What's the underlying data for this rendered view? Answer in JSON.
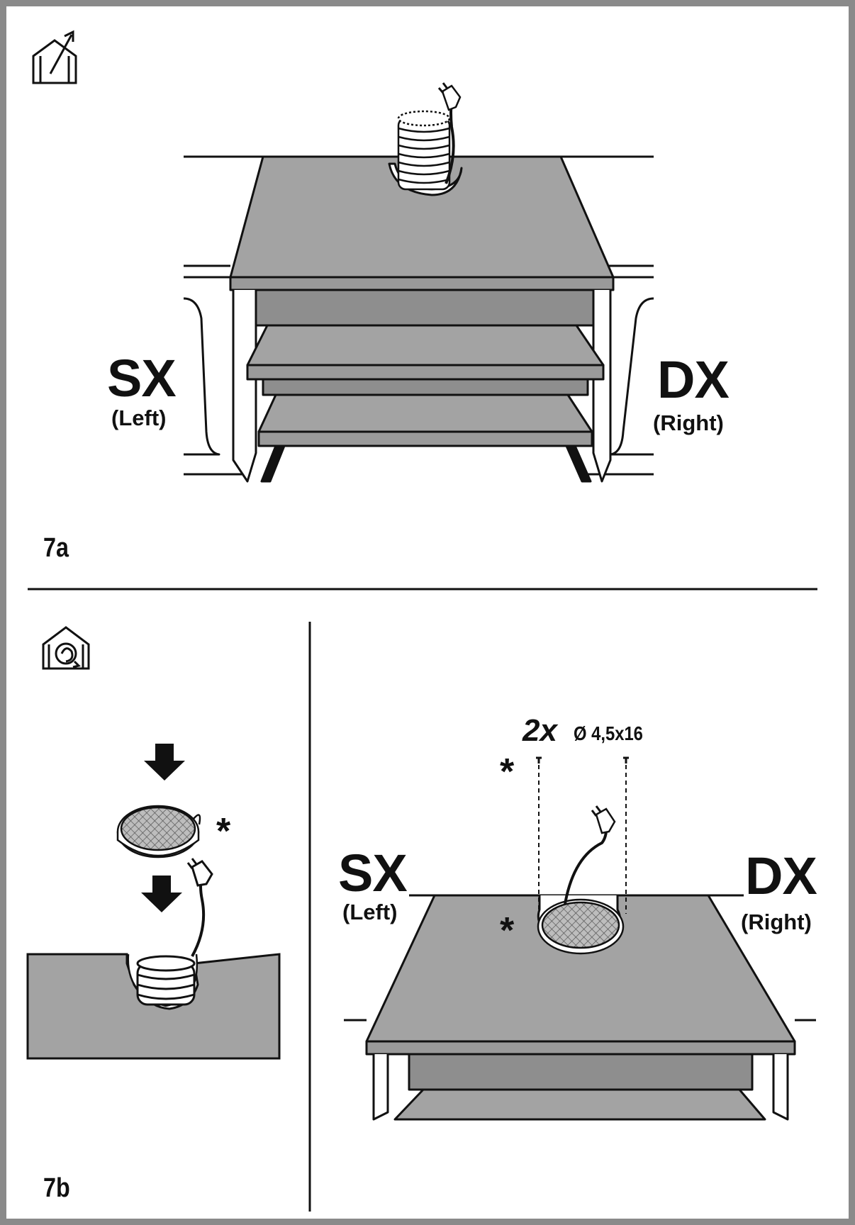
{
  "panel_7a": {
    "figure_label": "7a",
    "left_code": "SX",
    "left_name": "(Left)",
    "right_code": "DX",
    "right_name": "(Right)",
    "mode_icon": "ducted-extraction-house-icon"
  },
  "panel_7b": {
    "figure_label": "7b",
    "left_code": "SX",
    "left_name": "(Left)",
    "right_code": "DX",
    "right_name": "(Right)",
    "screw_quantity": "2x",
    "screw_spec": "Ø 4,5x16",
    "optional_marker": "*",
    "mode_icon": "recirculation-house-icon"
  },
  "colors": {
    "frame": "#8a8a8a",
    "hood_gray": "#a3a3a3",
    "hood_dark": "#8e8e8e",
    "ink": "#111111"
  }
}
